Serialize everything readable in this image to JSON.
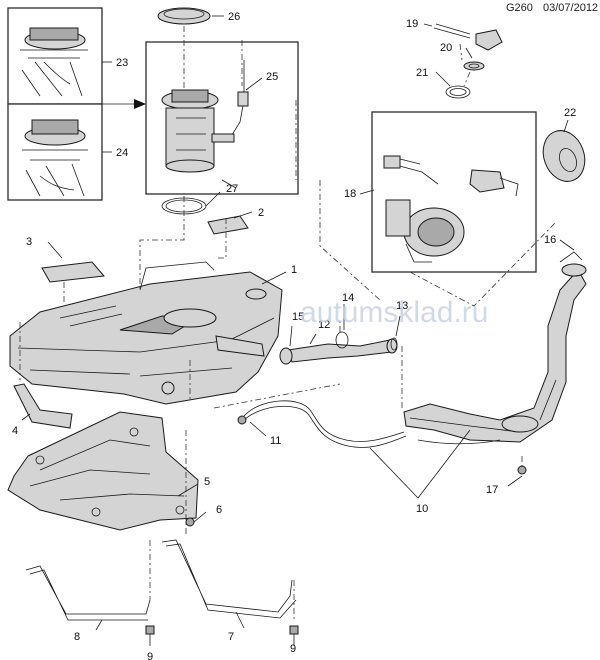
{
  "header": {
    "code": "G260",
    "date": "03/07/2012"
  },
  "watermark": "autumsklad.ru",
  "callouts": [
    {
      "id": "c1",
      "label": "1"
    },
    {
      "id": "c2",
      "label": "2"
    },
    {
      "id": "c3",
      "label": "3"
    },
    {
      "id": "c4",
      "label": "4"
    },
    {
      "id": "c5",
      "label": "5"
    },
    {
      "id": "c6",
      "label": "6"
    },
    {
      "id": "c7",
      "label": "7"
    },
    {
      "id": "c8",
      "label": "8"
    },
    {
      "id": "c9a",
      "label": "9"
    },
    {
      "id": "c9b",
      "label": "9"
    },
    {
      "id": "c10",
      "label": "10"
    },
    {
      "id": "c11",
      "label": "11"
    },
    {
      "id": "c12",
      "label": "12"
    },
    {
      "id": "c13",
      "label": "13"
    },
    {
      "id": "c14",
      "label": "14"
    },
    {
      "id": "c15",
      "label": "15"
    },
    {
      "id": "c16",
      "label": "16"
    },
    {
      "id": "c17",
      "label": "17"
    },
    {
      "id": "c18",
      "label": "18"
    },
    {
      "id": "c19",
      "label": "19"
    },
    {
      "id": "c20",
      "label": "20"
    },
    {
      "id": "c21",
      "label": "21"
    },
    {
      "id": "c22",
      "label": "22"
    },
    {
      "id": "c23",
      "label": "23"
    },
    {
      "id": "c24",
      "label": "24"
    },
    {
      "id": "c25",
      "label": "25"
    },
    {
      "id": "c26",
      "label": "26"
    },
    {
      "id": "c27",
      "label": "27"
    }
  ]
}
